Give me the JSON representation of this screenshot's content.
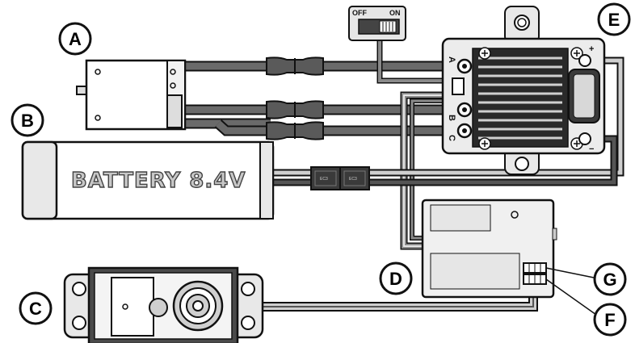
{
  "callouts": {
    "a": "A",
    "b": "B",
    "c": "C",
    "d": "D",
    "e": "E",
    "f": "F",
    "g": "G"
  },
  "switch": {
    "off_label": "OFF",
    "on_label": "ON"
  },
  "battery": {
    "label": "BATTERY 8.4V",
    "connector_label": "EC3"
  },
  "esc": {
    "port_a": "A",
    "port_b": "B",
    "port_c": "C",
    "plus": "+",
    "minus": "−"
  },
  "colors": {
    "outline": "#111111",
    "wire_dark": "#555555",
    "wire_light": "#cfcfcf",
    "body_gray": "#e8e8e8"
  }
}
